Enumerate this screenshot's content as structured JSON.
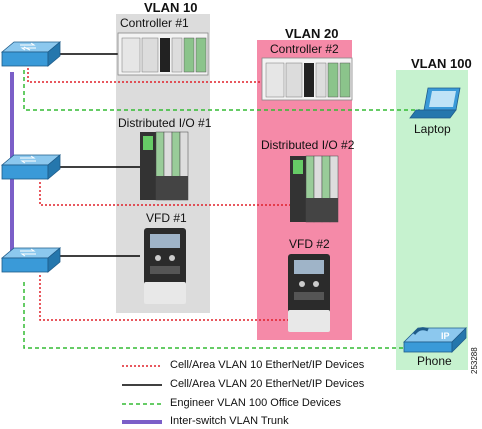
{
  "vlan10": {
    "title": "VLAN 10",
    "controller": "Controller #1",
    "dio": "Distributed I/O #1",
    "vfd": "VFD #1"
  },
  "vlan20": {
    "title": "VLAN 20",
    "controller": "Controller #2",
    "dio": "Distributed I/O #2",
    "vfd": "VFD #2"
  },
  "vlan100": {
    "title": "VLAN 100",
    "laptop": "Laptop",
    "phone": "Phone",
    "phone_badge": "IP"
  },
  "legend": {
    "items": [
      {
        "label": "Cell/Area VLAN 10 EtherNet/IP Devices",
        "style": "red-dotted",
        "color": "#e0202a"
      },
      {
        "label": "Cell/Area VLAN 20 EtherNet/IP Devices",
        "style": "black-solid",
        "color": "#000000"
      },
      {
        "label": "Engineer VLAN 100 Office Devices",
        "style": "green-dashed",
        "color": "#33bb33"
      },
      {
        "label": "Inter-switch VLAN Trunk",
        "style": "purple-solid",
        "color": "#7b5fc8"
      }
    ]
  },
  "figure_number": "253288",
  "colors": {
    "vlan10_bg": "#dcdcdc",
    "vlan20_bg": "#f58aa8",
    "vlan100_bg": "#c6f2cf",
    "switch": "#3a9ad8"
  }
}
